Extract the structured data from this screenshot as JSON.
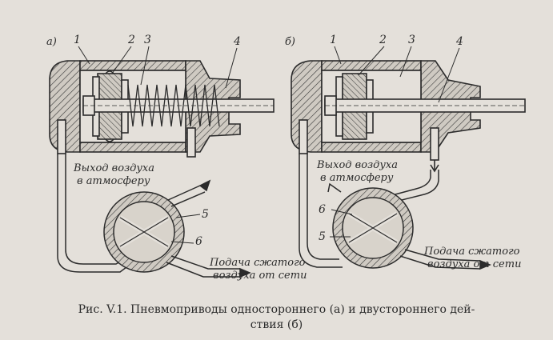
{
  "diagram": {
    "panel_a": {
      "label": "а)",
      "parts": [
        "1",
        "2",
        "3",
        "4"
      ],
      "port_labels": [
        "5",
        "6"
      ],
      "exhaust_text": [
        "Выход воздуха",
        "в атмосферу"
      ],
      "supply_text": [
        "Подача сжатого",
        "воздуха от сети"
      ]
    },
    "panel_b": {
      "label": "б)",
      "parts": [
        "1",
        "2",
        "3",
        "4"
      ],
      "port_labels": [
        "6",
        "5"
      ],
      "exhaust_text": [
        "Выход воздуха",
        "в атмосферу"
      ],
      "supply_text": [
        "Подача сжатого",
        "воздуха от сети"
      ]
    }
  },
  "caption": {
    "line1": "Рис. V.1. Пневмоприводы одностороннего (а) и двустороннего дей-",
    "line2": "ствия (б)"
  }
}
